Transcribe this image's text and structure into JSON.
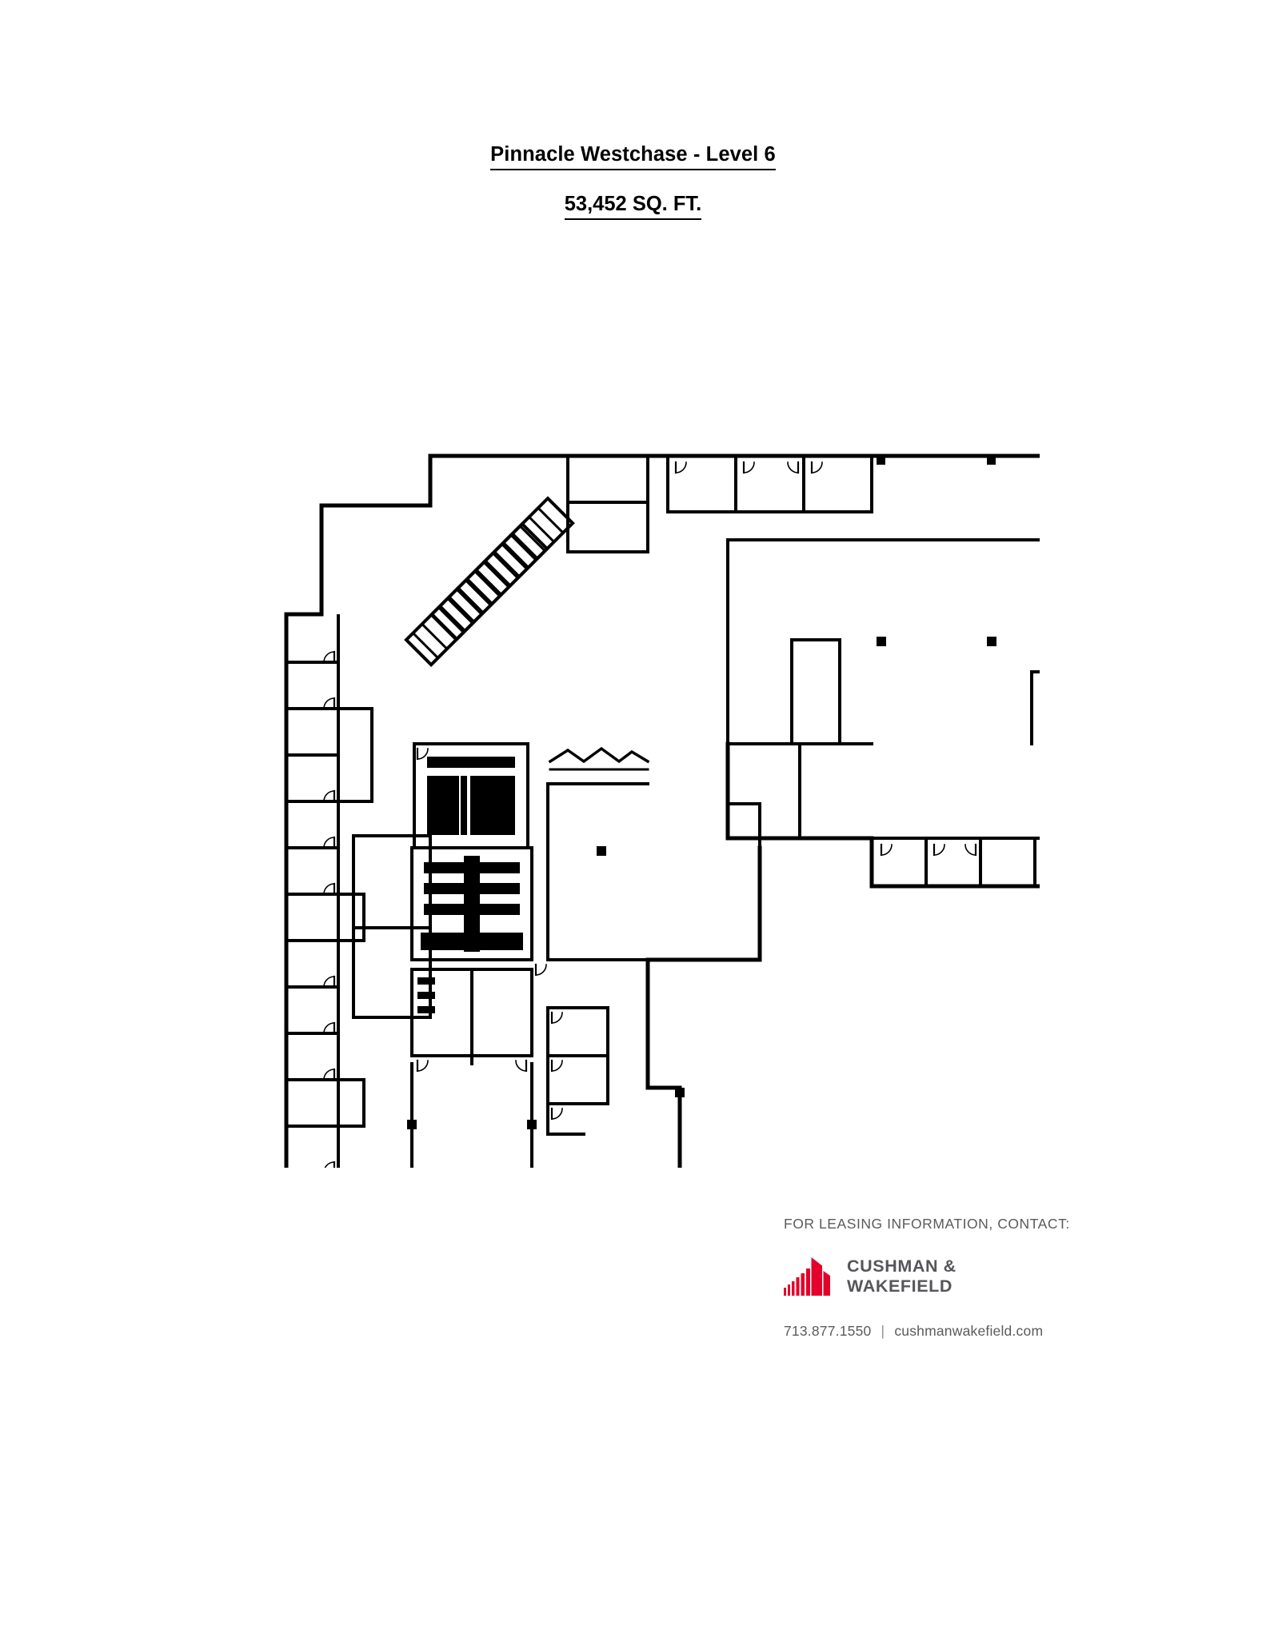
{
  "document": {
    "title": "Pinnacle Westchase - Level 6",
    "subtitle": "53,452 SQ. FT."
  },
  "floor_plan": {
    "name": "level-6-floor-plan",
    "shape": "L-shaped",
    "description": "Architectural floor plan of Level 6 showing perimeter private offices, a central building core with elevators and restrooms, diagonal escalator/stair run at upper left, open plan areas and column grid.",
    "line_color": "#000000",
    "background_color": "#ffffff"
  },
  "footer": {
    "leasing_label": "FOR LEASING INFORMATION, CONTACT:",
    "brand_line_1": "CUSHMAN &",
    "brand_line_2": "WAKEFIELD",
    "phone": "713.877.1550",
    "separator": "|",
    "website": "cushmanwakefield.com",
    "brand_red": "#E4002B",
    "brand_gray": "#55565A"
  }
}
